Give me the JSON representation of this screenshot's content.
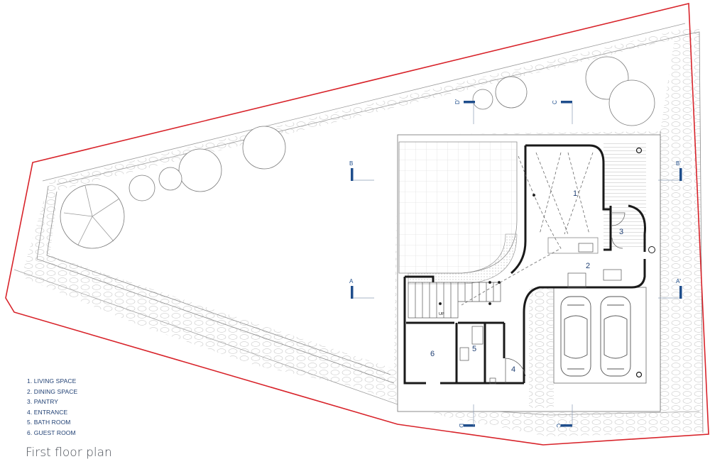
{
  "drawing": {
    "caption": "First floor plan",
    "room_labels": [
      "1",
      "2",
      "3",
      "4",
      "5",
      "6"
    ],
    "legend": [
      "1. LIVING SPACE",
      "2. DINING SPACE",
      "3. PANTRY",
      "4. ENTRANCE",
      "5. BATH ROOM",
      "6. GUEST ROOM"
    ],
    "section_markers": [
      "B",
      "B'",
      "A",
      "A'",
      "D",
      "D'",
      "C",
      "C"
    ],
    "stair_label": "UP",
    "colors": {
      "boundary": "#d8232a",
      "wall": "#1a1a1a",
      "marker": "#1f4e8c",
      "label": "#1f3f73",
      "caption": "#4a4f57"
    }
  }
}
